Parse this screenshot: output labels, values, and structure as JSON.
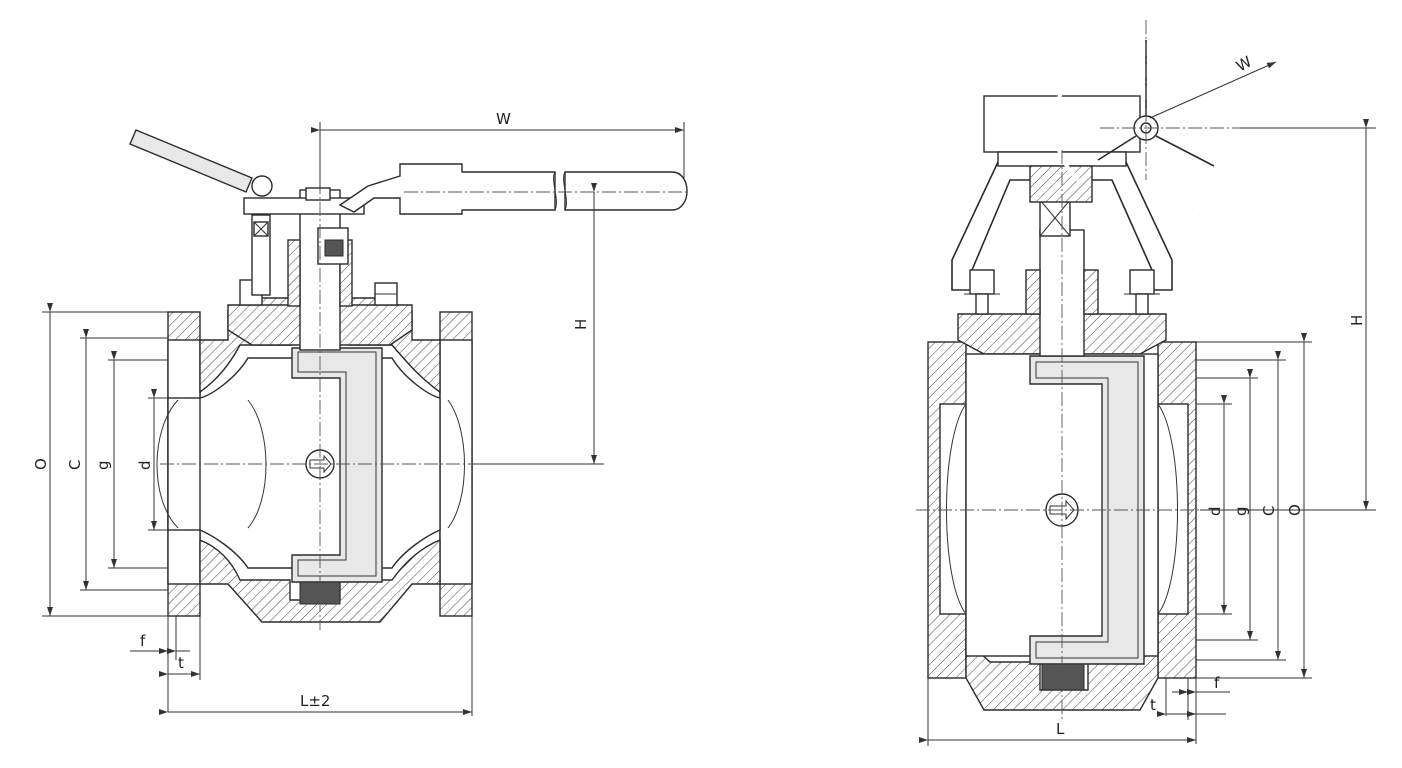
{
  "left_view": {
    "labels": {
      "O": "O",
      "C": "C",
      "g": "g",
      "d": "d",
      "f": "f",
      "t": "t",
      "L": "L±2",
      "H": "H",
      "W": "W"
    }
  },
  "right_view": {
    "labels": {
      "d": "d",
      "g": "g",
      "C": "C",
      "O": "O",
      "f": "f",
      "t": "t",
      "L": "L",
      "H": "H",
      "W": "W"
    }
  }
}
